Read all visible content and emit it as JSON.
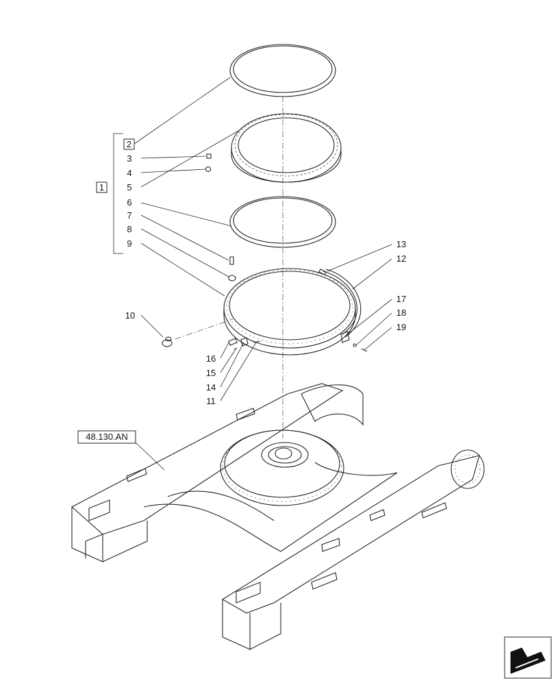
{
  "callouts": {
    "c1": "1",
    "c2": "2",
    "c3": "3",
    "c4": "4",
    "c5": "5",
    "c6": "6",
    "c7": "7",
    "c8": "8",
    "c9": "9",
    "c10": "10",
    "c11": "11",
    "c12": "12",
    "c13": "13",
    "c14": "14",
    "c15": "15",
    "c16": "16",
    "c17": "17",
    "c18": "18",
    "c19": "19"
  },
  "reference": "48.130.AN",
  "icons": {
    "corner": "next-page-arrow-icon"
  }
}
